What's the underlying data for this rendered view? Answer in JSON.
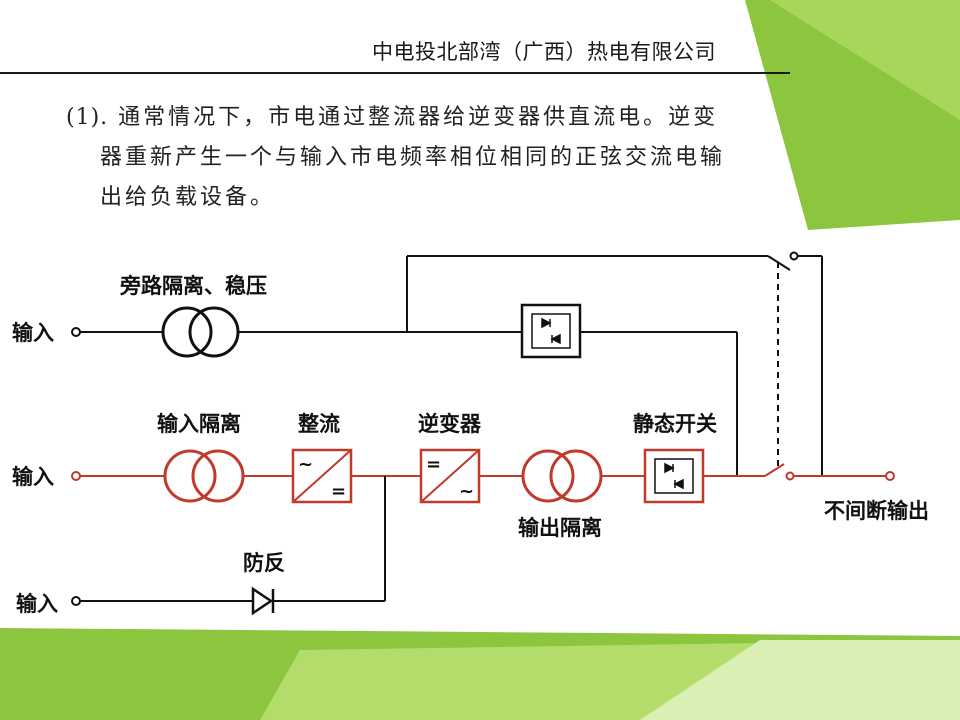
{
  "header": {
    "company": "中电投北部湾（广西）热电有限公司"
  },
  "description": {
    "number": "(1).",
    "line1": "通常情况下，市电通过整流器给逆变器供直流电。逆变",
    "line2": "器重新产生一个与输入市电频率相位相同的正弦交流电输",
    "line3": "出给负载设备。"
  },
  "diagram": {
    "labels": {
      "bypass_isolation": "旁路隔离、稳压",
      "input_isolation": "输入隔离",
      "rectifier": "整流",
      "inverter": "逆变器",
      "static_switch": "静态开关",
      "output_isolation": "输出隔离",
      "anti_reverse": "防反",
      "output": "不间断输出",
      "input_top": "输入",
      "input_mid": "输入",
      "input_bottom": "输入"
    },
    "symbols": {
      "rect_ac": "~",
      "rect_dc": "=",
      "inv_dc": "=",
      "inv_ac": "~"
    },
    "colors": {
      "main_path": "#c0392b",
      "bypass_path": "#111111",
      "accent_green": "#8cc63f"
    }
  }
}
